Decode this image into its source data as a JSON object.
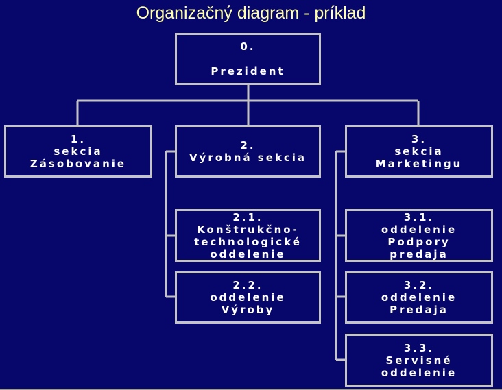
{
  "title": "Organizačný diagram - príklad",
  "nodes": {
    "n0": "0.\n\nPrezident",
    "n1": "1.\nsekcia\nZásobovanie",
    "n2": "2.\nVýrobná sekcia",
    "n3": "3.\nsekcia\nMarketingu",
    "n21": "2.1.\nKonštrukčno-\ntechnologické\noddelenie",
    "n22": "2.2.\noddelenie\nVýroby",
    "n31": "3.1.\noddelenie\nPodpory\npredaja",
    "n32": "3.2.\noddelenie\nPredaja",
    "n33": "3.3.\nServisné\noddelenie"
  },
  "colors": {
    "background": "#06066b",
    "title": "#ffffa8",
    "box_border": "#c4c4c4",
    "text": "#ffffff"
  }
}
